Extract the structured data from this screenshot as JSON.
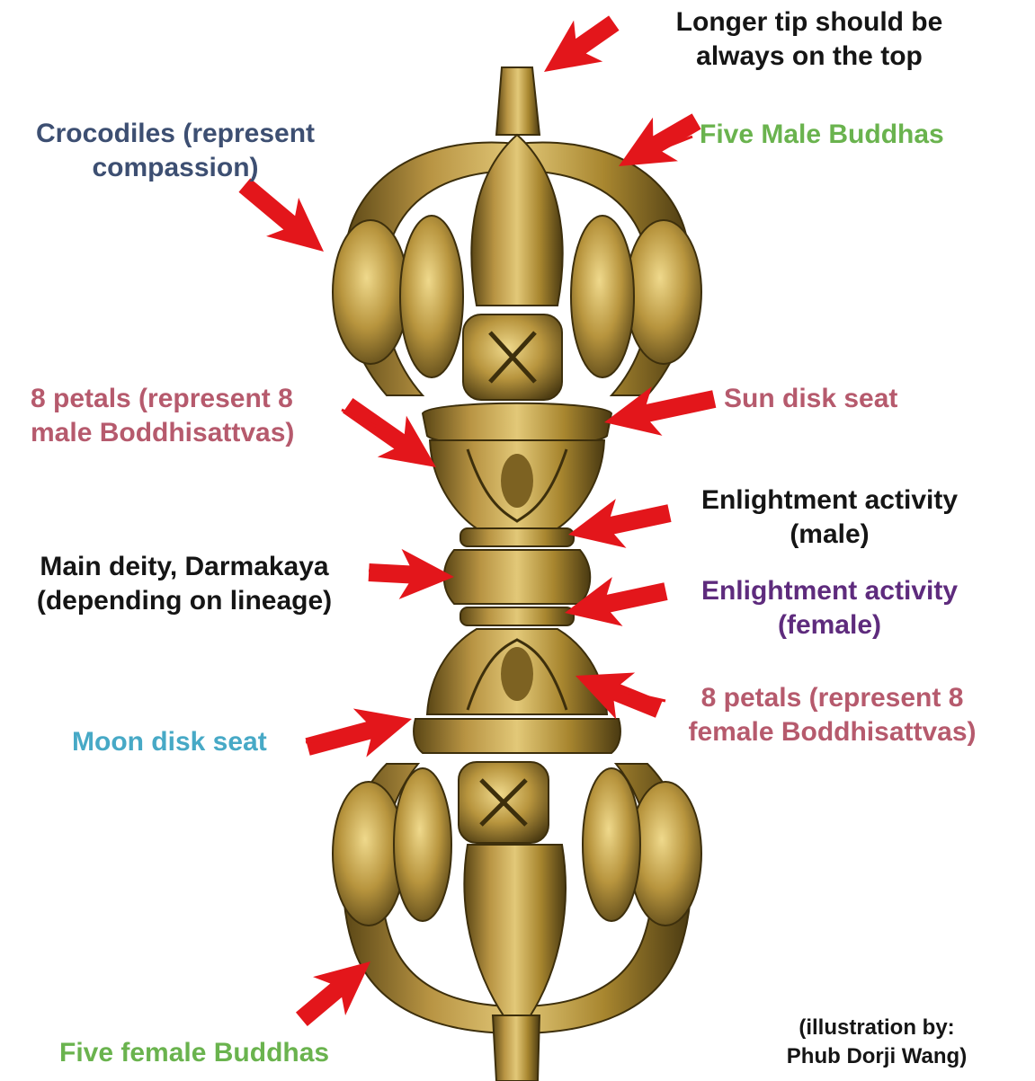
{
  "labels": {
    "longer_tip": "Longer tip should be\nalways on the top",
    "crocodiles": "Crocodiles (represent\ncompassion)",
    "five_male_buddhas": "Five Male Buddhas",
    "petals_male": "8 petals (represent 8\nmale Boddhisattvas)",
    "sun_disk_seat": "Sun disk seat",
    "enlightment_male": "Enlightment activity\n(male)",
    "main_deity": "Main deity, Darmakaya\n(depending on lineage)",
    "enlightment_female": "Enlightment activity\n(female)",
    "petals_female": "8 petals (represent 8\nfemale Boddhisattvas)",
    "moon_disk_seat": "Moon disk seat",
    "five_female_buddhas": "Five female Buddhas",
    "credit": "(illustration by:\nPhub Dorji Wang)"
  },
  "colors": {
    "arrow": "#e3161b",
    "brass_light": "#d8bd6a",
    "brass_mid": "#a8862f",
    "brass_dark": "#4a3a12"
  },
  "icons": {
    "arrow": "red-arrow-icon",
    "object": "vajra-dorje-illustration"
  }
}
